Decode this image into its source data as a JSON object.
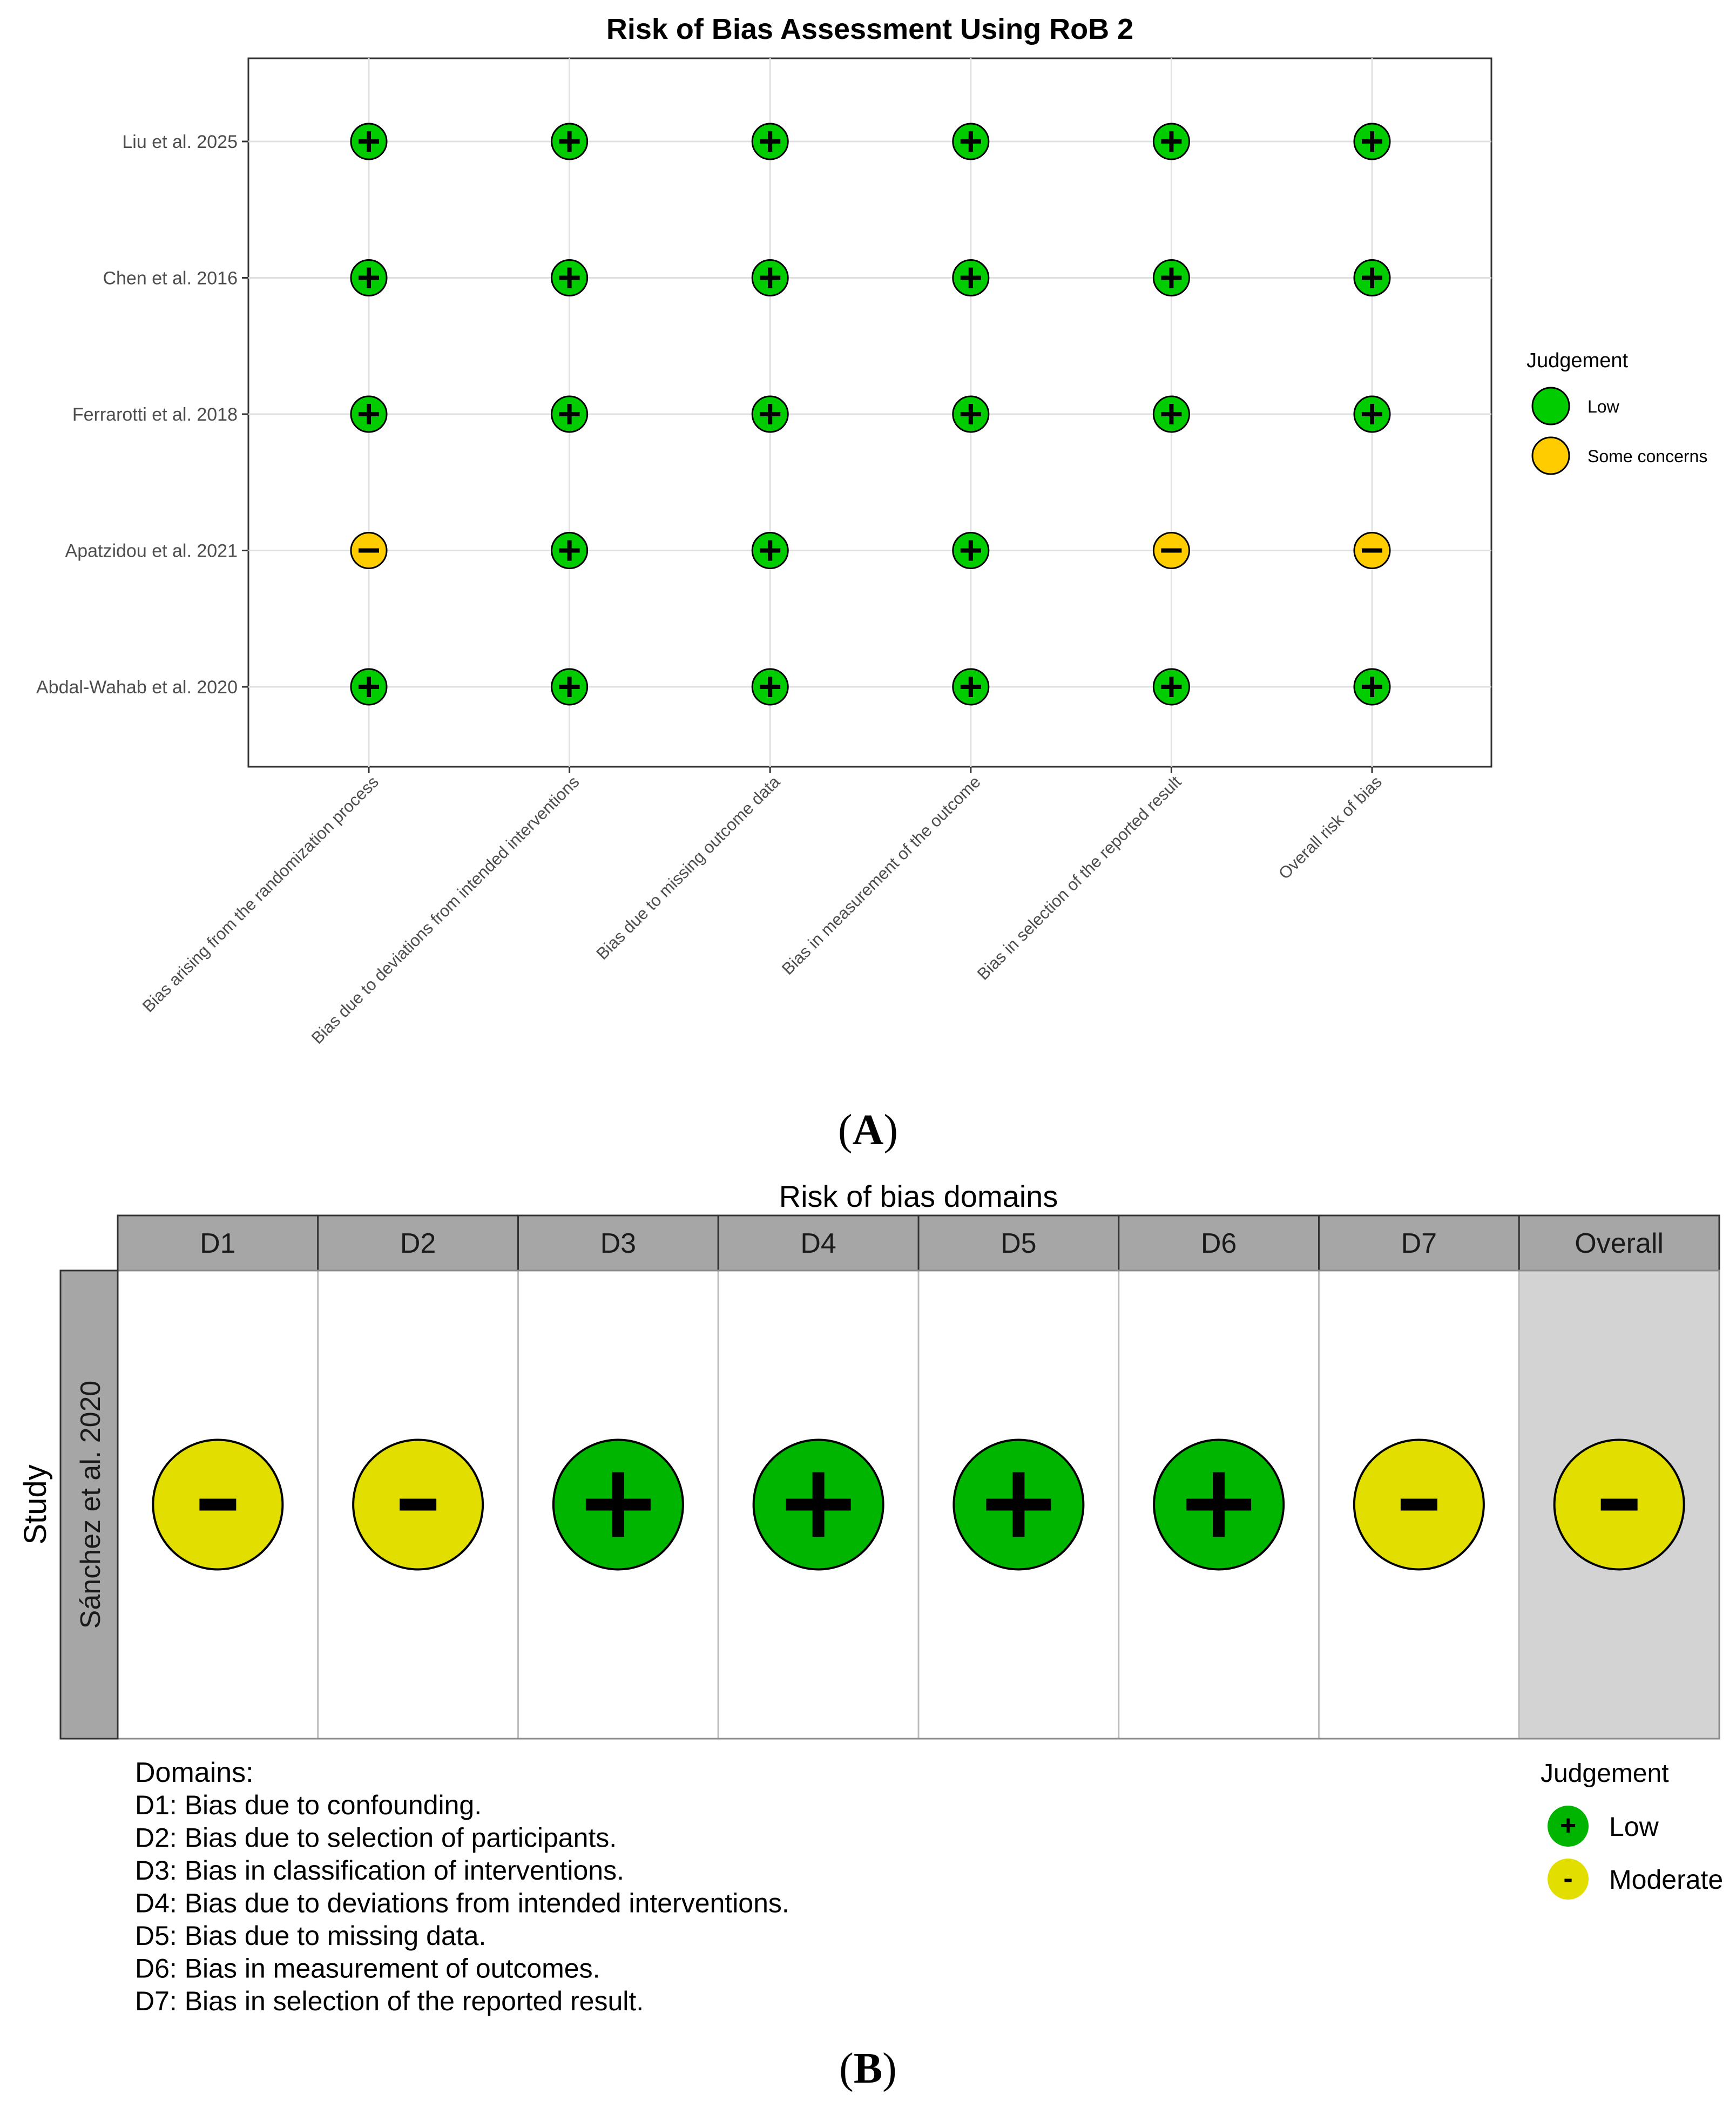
{
  "chart_data": [
    {
      "type": "scatter",
      "panel": "A",
      "title": "Risk of Bias Assessment Using RoB 2",
      "studies": [
        "Liu et al. 2025",
        "Chen et al. 2016",
        "Ferrarotti et al. 2018",
        "Apatzidou et al. 2021",
        "Abdal-Wahab et al. 2020"
      ],
      "domains": [
        "Bias arising from the randomization process",
        "Bias due to deviations from intended interventions",
        "Bias due to missing outcome data",
        "Bias in measurement of the outcome",
        "Bias in selection of the reported result",
        "Overall risk of bias"
      ],
      "judgements": [
        [
          "Low",
          "Low",
          "Low",
          "Low",
          "Low",
          "Low"
        ],
        [
          "Low",
          "Low",
          "Low",
          "Low",
          "Low",
          "Low"
        ],
        [
          "Low",
          "Low",
          "Low",
          "Low",
          "Low",
          "Low"
        ],
        [
          "Some concerns",
          "Low",
          "Low",
          "Low",
          "Some concerns",
          "Some concerns"
        ],
        [
          "Low",
          "Low",
          "Low",
          "Low",
          "Low",
          "Low"
        ]
      ],
      "legend": {
        "title": "Judgement",
        "placement": "right",
        "entries": [
          {
            "label": "Low",
            "color": "#00cc00",
            "symbol": "+"
          },
          {
            "label": "Some concerns",
            "color": "#ffcc00",
            "symbol": "−"
          }
        ]
      },
      "grid": true
    },
    {
      "type": "table",
      "panel": "B",
      "title": "Risk of bias domains",
      "row_axis_label": "Study",
      "columns": [
        "D1",
        "D2",
        "D3",
        "D4",
        "D5",
        "D6",
        "D7",
        "Overall"
      ],
      "rows": [
        {
          "study": "Sánchez et al. 2020",
          "judgements": [
            "Moderate",
            "Moderate",
            "Low",
            "Low",
            "Low",
            "Low",
            "Moderate",
            "Moderate"
          ]
        }
      ],
      "domains_heading": "Domains:",
      "domain_descriptions": [
        "D1: Bias due to confounding.",
        "D2: Bias due to selection of participants.",
        "D3: Bias in classification of interventions.",
        "D4: Bias due to deviations from intended interventions.",
        "D5: Bias due to missing data.",
        "D6: Bias in measurement of outcomes.",
        "D7: Bias in selection of the reported result."
      ],
      "legend": {
        "title": "Judgement",
        "placement": "bottom-right",
        "entries": [
          {
            "label": "Low",
            "color": "#00b500",
            "symbol": "+"
          },
          {
            "label": "Moderate",
            "color": "#e2df00",
            "symbol": "-"
          }
        ]
      }
    }
  ],
  "panel_labels": {
    "a_open": "(",
    "a": "A",
    "a_close": ")",
    "b_open": "(",
    "b": "B",
    "b_close": ")"
  }
}
